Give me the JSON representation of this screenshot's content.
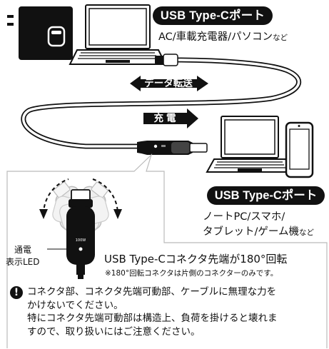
{
  "source": {
    "tag": "USB Type-Cポート",
    "devices_main": "AC/車載充電器/パソコン",
    "devices_suffix": "など"
  },
  "arrows": {
    "data_transfer": "データ転送",
    "charging": "充電"
  },
  "destination": {
    "tag": "USB Type-Cポート",
    "devices_line1": "ノートPC/スマホ/",
    "devices_line2_main": "タブレット/ゲーム機",
    "devices_line2_suffix": "など"
  },
  "detail": {
    "led_label_1": "通電",
    "led_label_2": "表示LED",
    "connector_print": "100W",
    "rotation_title": "USB Type-Cコネクタ先端が180°回転",
    "rotation_note": "※180°回転コネクタは片側のコネクターのみです。"
  },
  "caution": {
    "icon": "exclamation-icon",
    "line1": "コネクタ部、コネクタ先端可動部、ケーブルに無理な力を",
    "line2": "かけないでください。",
    "line3": "特にコネクタ先端可動部は構造上、負荷を掛けると壊れま",
    "line4": "すので、取り扱いにはご注意ください。"
  }
}
